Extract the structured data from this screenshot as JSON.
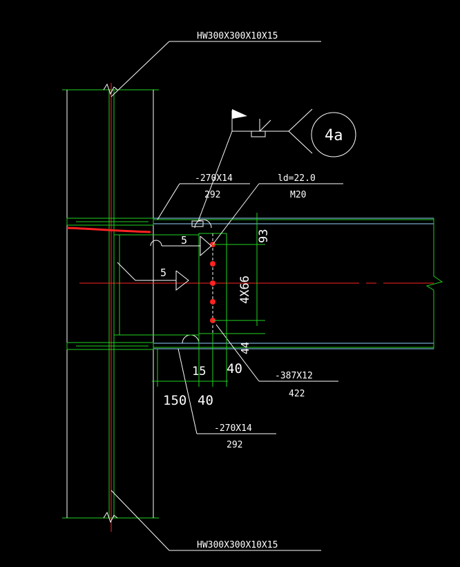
{
  "drawing": {
    "column_top_label": "HW300X300X10X15",
    "column_bottom_label": "HW300X300X10X15",
    "top_plate_label": "-270X14",
    "top_plate_length": "292",
    "bolt_label": "ld=22.0",
    "bolt_spec": "M20",
    "detail_ref": "4a",
    "weld_size_top": "5",
    "weld_size_mid": "5",
    "dim_top_edge": "93",
    "dim_bolt_pitch": "4X66",
    "dim_bottom_edge": "44",
    "dim_15": "15",
    "dim_40_right": "40",
    "dim_150": "150",
    "dim_40_bottom": "40",
    "shear_plate_label": "-387X12",
    "shear_plate_length": "422",
    "bottom_plate_label": "-270X14",
    "bottom_plate_length": "292"
  },
  "colors": {
    "background": "#000000",
    "outline": "#1fd31f",
    "annotation": "#ffffff",
    "centerline": "#ff2222",
    "beam_edge": "#8fd3ff"
  }
}
